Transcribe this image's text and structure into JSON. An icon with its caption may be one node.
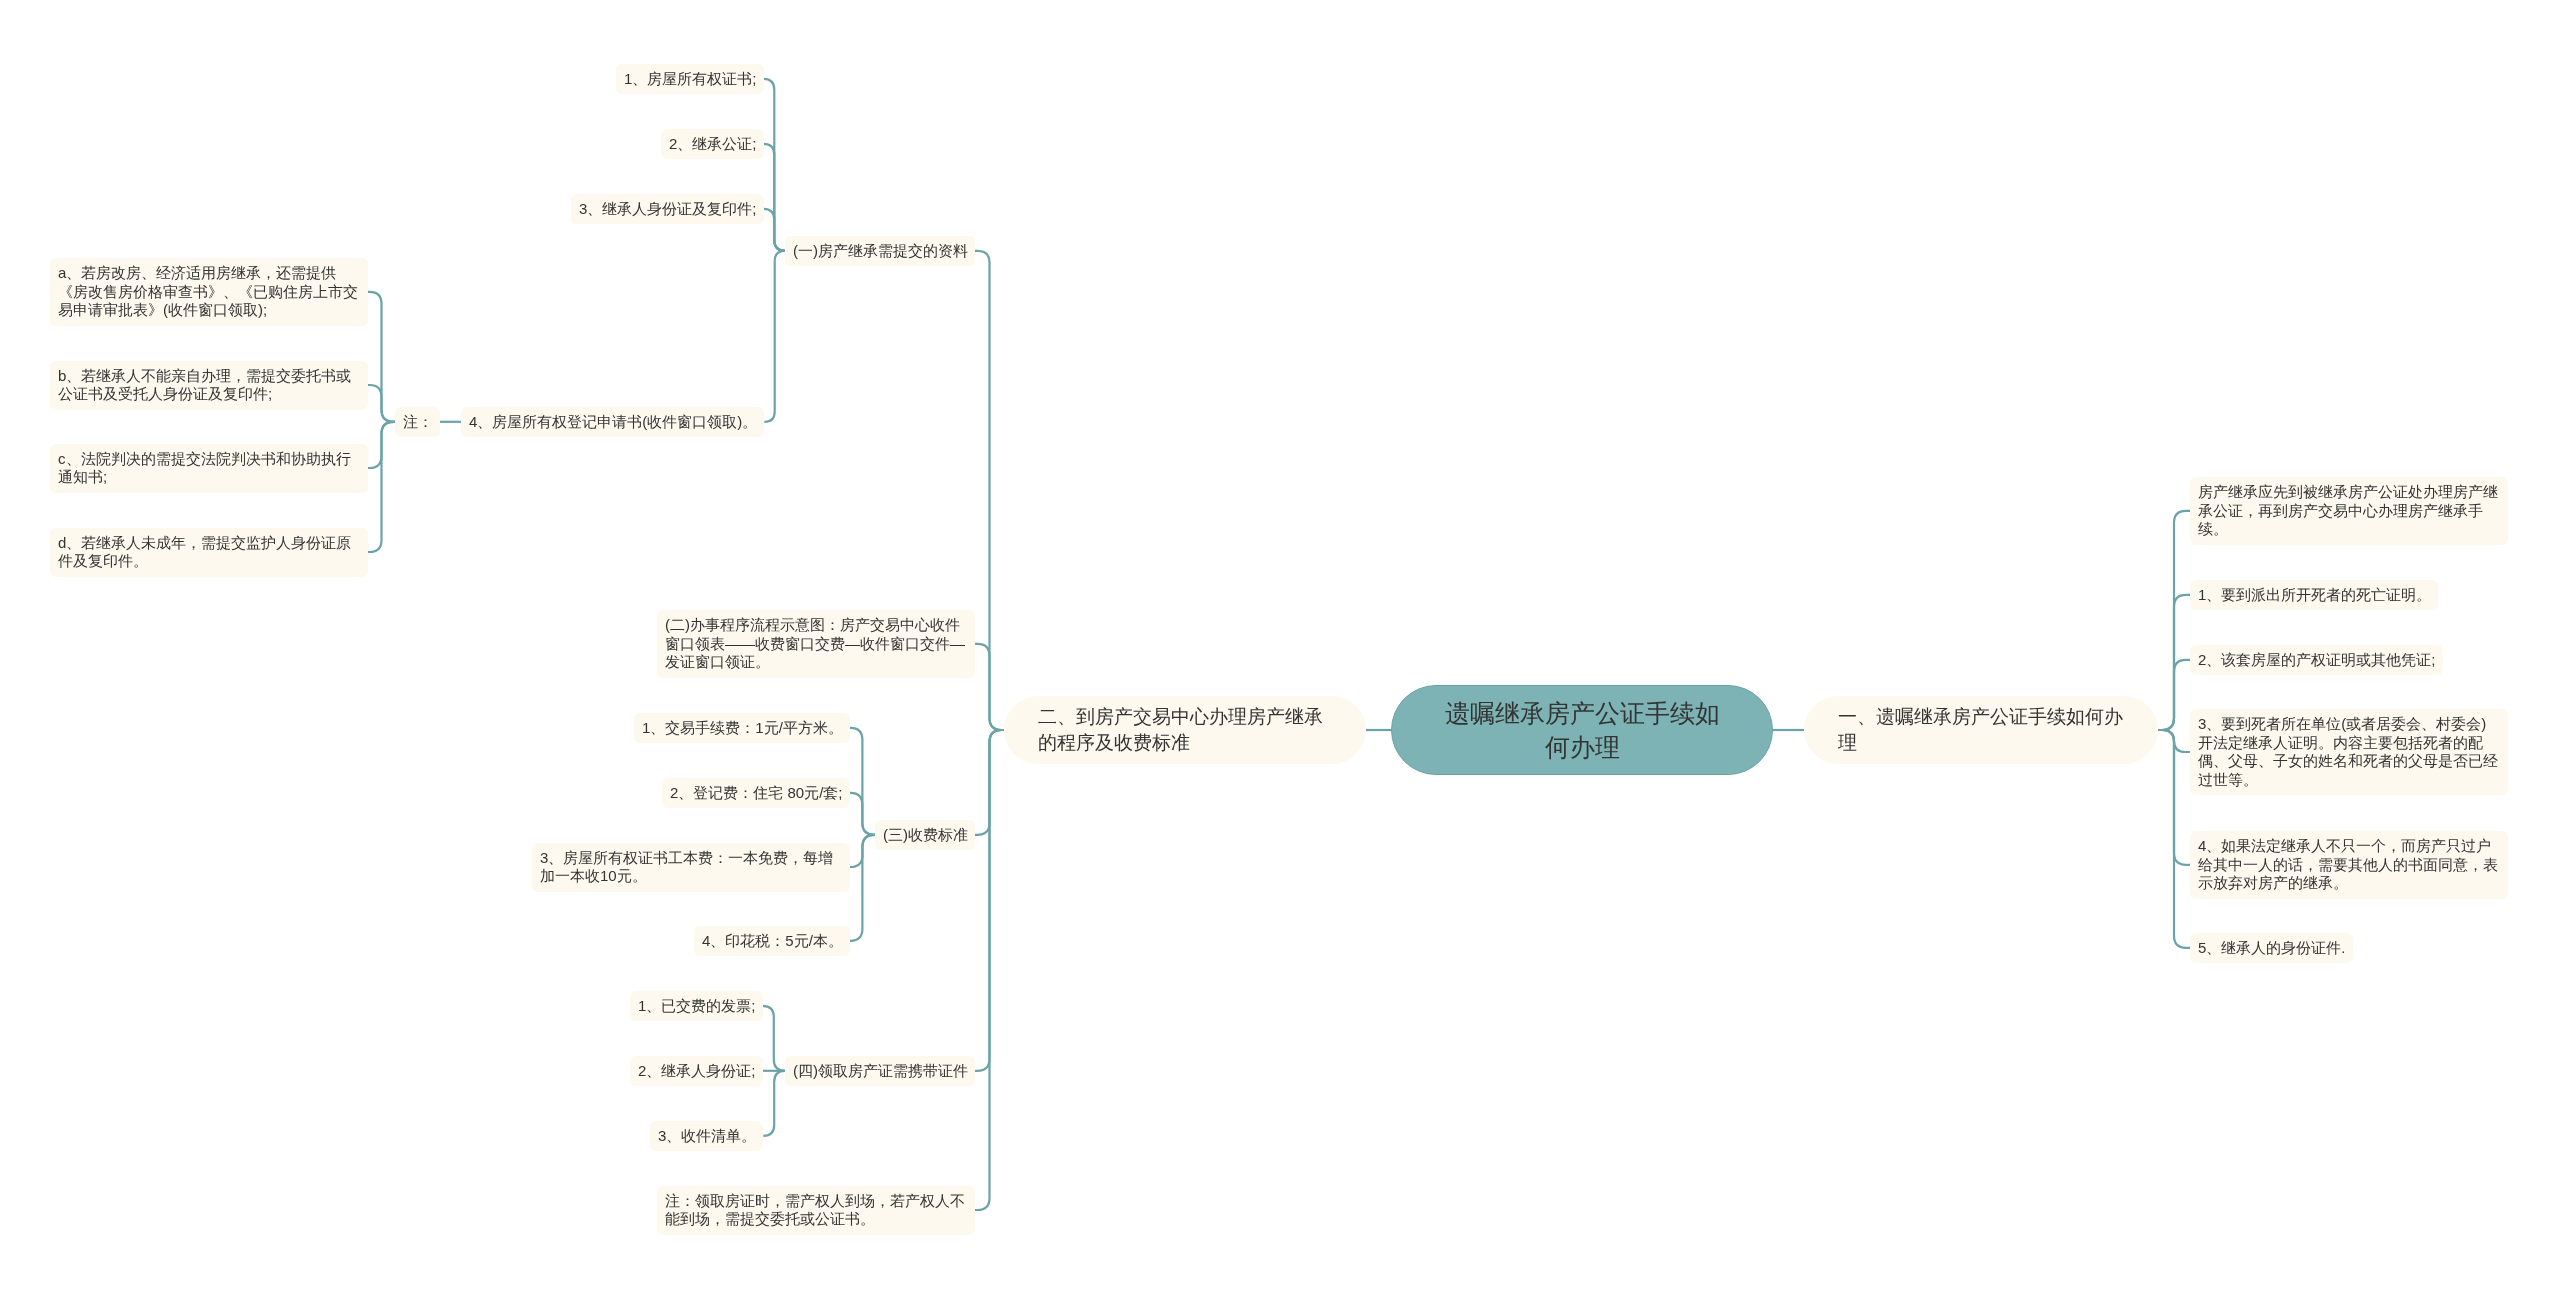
{
  "diagram": {
    "nodes": [
      {
        "text": [
          "遗嘱继承房产公证手续如何办理"
        ]
      },
      {
        "text": [
          "一、遗嘱继承房产公证手续如何办理"
        ]
      },
      {
        "text": [
          "房产继承应先到被继承房产公证处办理房产继承公证，再到房产交易中心办理房产继承手续。"
        ]
      },
      {
        "text": [
          "1、要到派出所开死者的死亡证明。"
        ]
      },
      {
        "text": [
          "2、该套房屋的产权证明或其他凭证;"
        ]
      },
      {
        "text": [
          "3、要到死者所在单位(或者居委会、村委会)开法定继承人证明。内容主要包括死者的配偶、父母、子女的姓名和死者的父母是否已经过世等。"
        ]
      },
      {
        "text": [
          "4、如果法定继承人不只一个，而房产只过户给其中一人的话，需要其他人的书面同意，表示放弃对房产的继承。"
        ]
      },
      {
        "text": [
          "5、继承人的身份证件."
        ]
      },
      {
        "text": [
          "二、到房产交易中心办理房产继承的程序及收费标准"
        ]
      },
      {
        "text": [
          "(一)房产继承需提交的资料"
        ]
      },
      {
        "text": [
          "1、房屋所有权证书;"
        ]
      },
      {
        "text": [
          "2、继承公证;"
        ]
      },
      {
        "text": [
          "3、继承人身份证及复印件;"
        ]
      },
      {
        "text": [
          "4、房屋所有权登记申请书(收件窗口领取)。"
        ]
      },
      {
        "text": [
          "注："
        ]
      },
      {
        "text": [
          "a、若房改房、经济适用房继承，还需提供《房改售房价格审查书》、《已购住房上市交易申请审批表》(收件窗口领取);"
        ]
      },
      {
        "text": [
          "b、若继承人不能亲自办理，需提交委托书或公证书及受托人身份证及复印件;"
        ]
      },
      {
        "text": [
          "c、法院判决的需提交法院判决书和协助执行通知书;"
        ]
      },
      {
        "text": [
          "d、若继承人未成年，需提交监护人身份证原件及复印件。"
        ]
      },
      {
        "text": [
          "(二)办事程序流程示意图：房产交易中心收件窗口领表——收费窗口交费—收件窗口交件—发证窗口领证。"
        ]
      },
      {
        "text": [
          "(三)收费标准"
        ]
      },
      {
        "text": [
          "1、交易手续费：1元/平方米。"
        ]
      },
      {
        "text": [
          "2、登记费：住宅 80元/套;"
        ]
      },
      {
        "text": [
          "3、房屋所有权证书工本费：一本免费，每增加一本收10元。"
        ]
      },
      {
        "text": [
          "4、印花税：5元/本。"
        ]
      },
      {
        "text": [
          "(四)领取房产证需携带证件"
        ]
      },
      {
        "text": [
          "1、已交费的发票;"
        ]
      },
      {
        "text": [
          "2、继承人身份证;"
        ]
      },
      {
        "text": [
          "3、收件清单。"
        ]
      },
      {
        "text": [
          "注：领取房证时，需产权人到场，若产权人不能到场，需提交委托或公证书。"
        ]
      }
    ],
    "edges": [
      {
        "from": 0,
        "to": 1,
        "arrow": "none"
      },
      {
        "from": 1,
        "to": 2,
        "arrow": "none"
      },
      {
        "from": 1,
        "to": 3,
        "arrow": "none"
      },
      {
        "from": 1,
        "to": 4,
        "arrow": "none"
      },
      {
        "from": 1,
        "to": 5,
        "arrow": "none"
      },
      {
        "from": 1,
        "to": 6,
        "arrow": "none"
      },
      {
        "from": 1,
        "to": 7,
        "arrow": "none"
      },
      {
        "from": 0,
        "to": 8,
        "arrow": "none"
      },
      {
        "from": 8,
        "to": 9,
        "arrow": "none"
      },
      {
        "from": 9,
        "to": 10,
        "arrow": "none"
      },
      {
        "from": 9,
        "to": 11,
        "arrow": "none"
      },
      {
        "from": 9,
        "to": 12,
        "arrow": "none"
      },
      {
        "from": 9,
        "to": 13,
        "arrow": "none"
      },
      {
        "from": 13,
        "to": 14,
        "arrow": "none"
      },
      {
        "from": 14,
        "to": 15,
        "arrow": "none"
      },
      {
        "from": 14,
        "to": 16,
        "arrow": "none"
      },
      {
        "from": 14,
        "to": 17,
        "arrow": "none"
      },
      {
        "from": 14,
        "to": 18,
        "arrow": "none"
      },
      {
        "from": 8,
        "to": 19,
        "arrow": "none"
      },
      {
        "from": 8,
        "to": 20,
        "arrow": "none"
      },
      {
        "from": 20,
        "to": 21,
        "arrow": "none"
      },
      {
        "from": 20,
        "to": 22,
        "arrow": "none"
      },
      {
        "from": 20,
        "to": 23,
        "arrow": "none"
      },
      {
        "from": 20,
        "to": 24,
        "arrow": "none"
      },
      {
        "from": 8,
        "to": 25,
        "arrow": "none"
      },
      {
        "from": 25,
        "to": 26,
        "arrow": "none"
      },
      {
        "from": 25,
        "to": 27,
        "arrow": "none"
      },
      {
        "from": 25,
        "to": 28,
        "arrow": "none"
      },
      {
        "from": 8,
        "to": 29,
        "arrow": "none"
      }
    ]
  }
}
